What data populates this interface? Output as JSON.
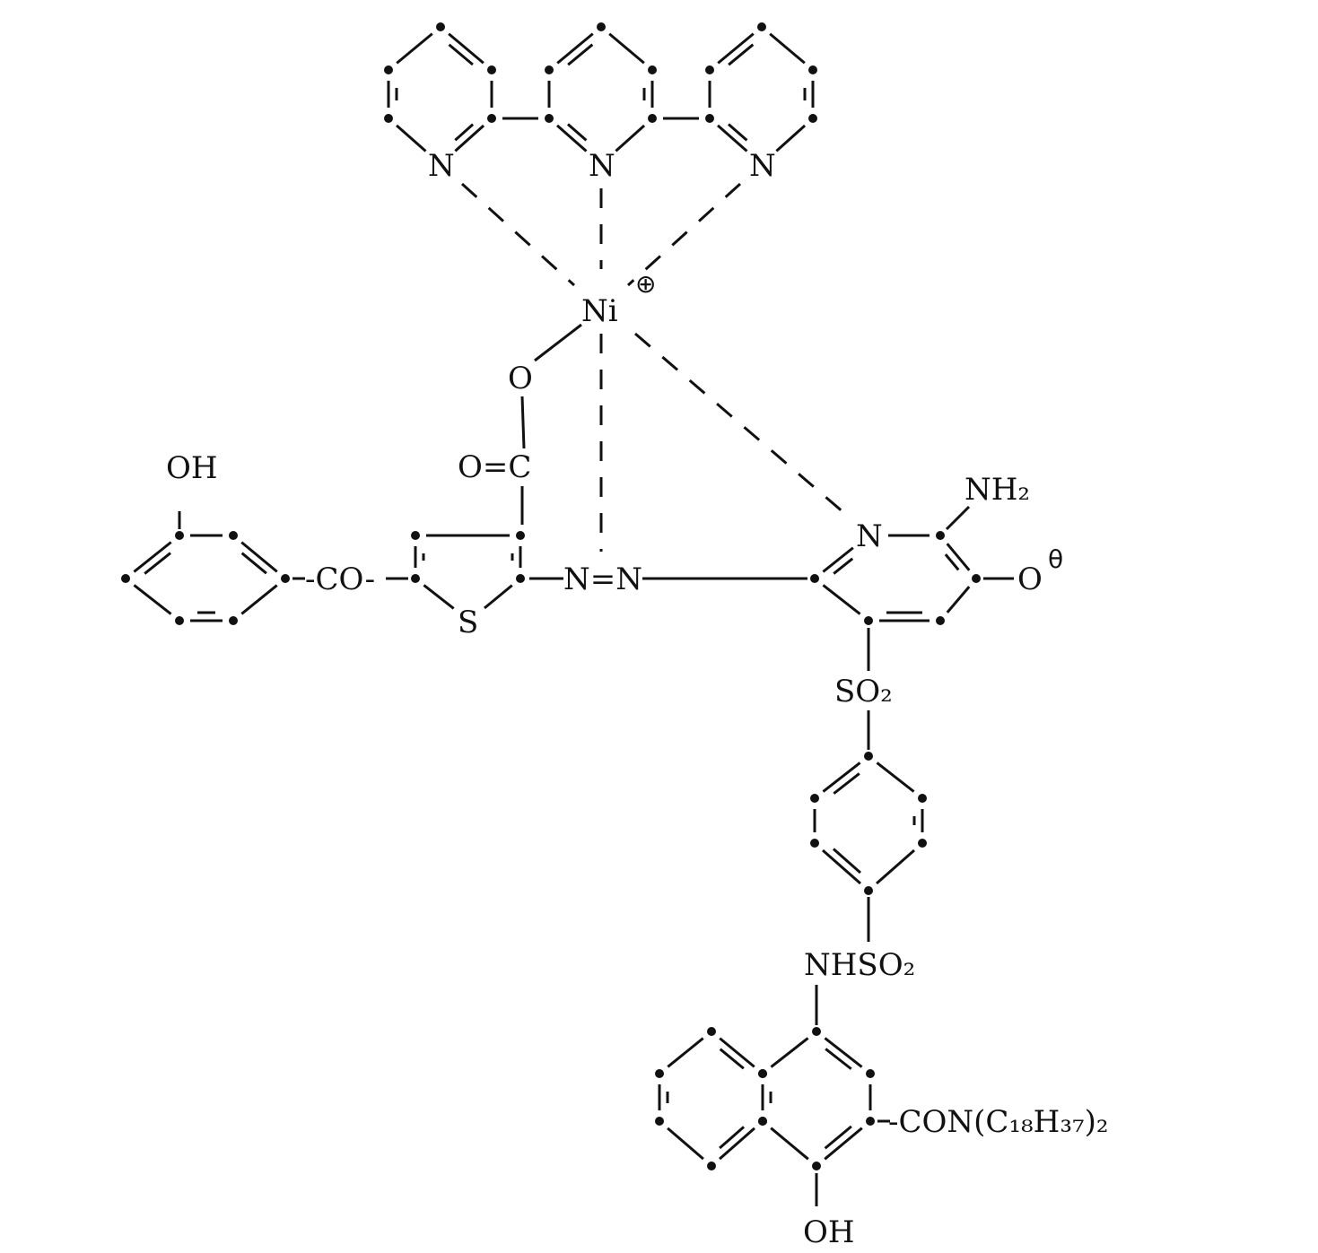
{
  "colors": {
    "ink": "#111111",
    "background": "#ffffff"
  },
  "labels": {
    "terpy_n_left": "N",
    "terpy_n_mid": "N",
    "terpy_n_right": "N",
    "nickel": "Ni",
    "nickel_charge": "⊕",
    "carboxyl_o": "O",
    "carbonyl": "O=C",
    "phenol_oh": "OH",
    "keto_link": "-CO-",
    "thiophene_s": "S",
    "azo": "N=N",
    "pyridine_n": "N",
    "amino": "NH₂",
    "oxide": "O",
    "oxide_charge": "θ",
    "sulfonyl": "SO₂",
    "sulfonamide": "NHSO₂",
    "amide": "-CON(C₁₈H₃₇)₂",
    "naphthol_oh": "OH"
  }
}
